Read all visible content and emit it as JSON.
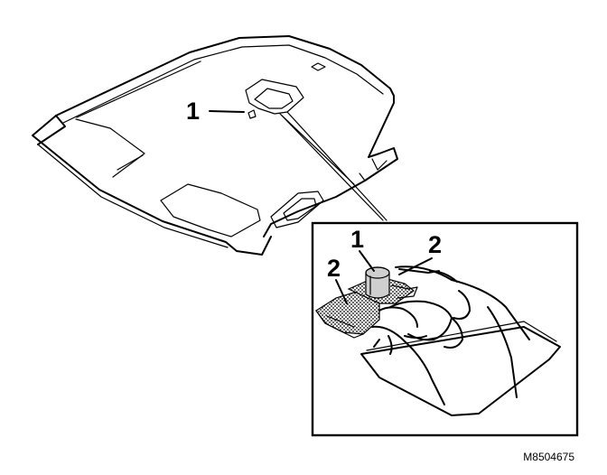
{
  "callouts": {
    "overview_1": "1",
    "detail_1": "1",
    "detail_2_right": "2",
    "detail_2_left": "2"
  },
  "figure_code": "M8504675",
  "colors": {
    "line": "#000000",
    "background": "#ffffff",
    "shade": "#cfcfcf"
  }
}
